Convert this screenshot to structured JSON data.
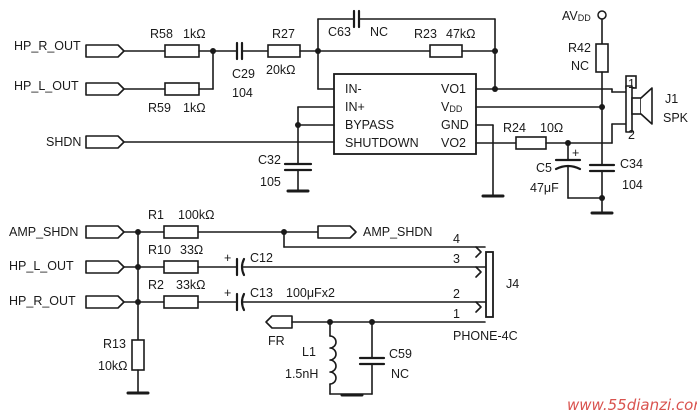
{
  "nets": {
    "hp_r_out_top": "HP_R_OUT",
    "hp_l_out_top": "HP_L_OUT",
    "shdn": "SHDN",
    "amp_shdn_left": "AMP_SHDN",
    "hp_l_out_bottom": "HP_L_OUT",
    "hp_r_out_bottom": "HP_R_OUT",
    "amp_shdn_right": "AMP_SHDN",
    "fr": "FR",
    "avdd_prefix": "AV",
    "avdd_sub": "DD"
  },
  "components": {
    "r58": {
      "ref": "R58",
      "value": "1kΩ"
    },
    "r59": {
      "ref": "R59",
      "value": "1kΩ"
    },
    "c29": {
      "ref": "C29",
      "value": "104"
    },
    "r27": {
      "ref": "R27",
      "value": "20kΩ"
    },
    "c63": {
      "ref": "C63",
      "value": "NC"
    },
    "r23": {
      "ref": "R23",
      "value": "47kΩ"
    },
    "r42": {
      "ref": "R42",
      "value": "NC"
    },
    "c32": {
      "ref": "C32",
      "value": "105"
    },
    "r24": {
      "ref": "R24",
      "value": "10Ω"
    },
    "c5": {
      "ref": "C5",
      "value": "47μF"
    },
    "c34": {
      "ref": "C34",
      "value": "104"
    },
    "j1": {
      "ref": "J1",
      "value": "SPK",
      "pin1": "1",
      "pin2": "2"
    },
    "r1": {
      "ref": "R1",
      "value": "100kΩ"
    },
    "r10": {
      "ref": "R10",
      "value": "33Ω"
    },
    "c12": {
      "ref": "C12",
      "value": ""
    },
    "r2": {
      "ref": "R2",
      "value": "33kΩ"
    },
    "c13": {
      "ref": "C13",
      "value": "100μFx2"
    },
    "r13": {
      "ref": "R13",
      "value": "10kΩ"
    },
    "l1": {
      "ref": "L1",
      "value": "1.5nH"
    },
    "c59": {
      "ref": "C59",
      "value": "NC"
    },
    "j4": {
      "ref": "J4",
      "value": "PHONE-4C",
      "pin1": "1",
      "pin2": "2",
      "pin3": "3",
      "pin4": "4"
    }
  },
  "amplifier_pins": {
    "in_minus": "IN-",
    "in_plus": "IN+",
    "bypass": "BYPASS",
    "shutdown": "SHUTDOWN",
    "vo1": "VO1",
    "vdd_prefix": "V",
    "vdd_sub": "DD",
    "gnd": "GND",
    "vo2": "VO2"
  },
  "polarity_mark": "+",
  "watermark": "www.55dianzi.com"
}
